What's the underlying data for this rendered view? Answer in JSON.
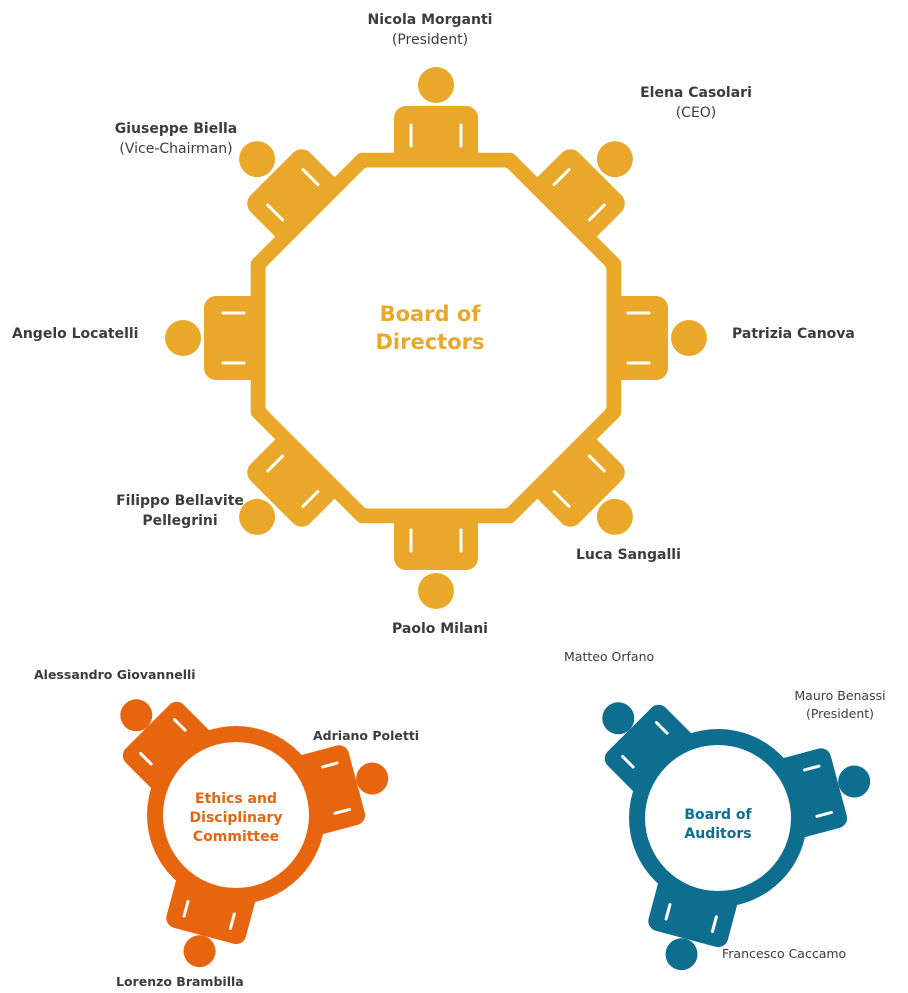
{
  "colors": {
    "board": "#EAA82A",
    "ethics": "#E8650F",
    "auditors": "#0D6E8F",
    "text": "#3C3C3C"
  },
  "board_of_directors": {
    "title_line1": "Board of",
    "title_line2": "Directors",
    "members": [
      {
        "name": "Nicola Morganti",
        "role": "(President)"
      },
      {
        "name": "Elena Casolari",
        "role": "(CEO)"
      },
      {
        "name": "Patrizia Canova"
      },
      {
        "name": "Luca Sangalli"
      },
      {
        "name": "Paolo Milani"
      },
      {
        "name_line1": "Filippo Bellavite",
        "name_line2": "Pellegrini"
      },
      {
        "name": "Angelo Locatelli"
      },
      {
        "name": "Giuseppe Biella",
        "role": "(Vice-Chairman)"
      }
    ]
  },
  "ethics_committee": {
    "title_line1": "Ethics and",
    "title_line2": "Disciplinary",
    "title_line3": "Committee",
    "members": [
      {
        "name": "Alessandro Giovannelli"
      },
      {
        "name": "Adriano Poletti"
      },
      {
        "name": "Lorenzo Brambilla"
      }
    ]
  },
  "board_of_auditors": {
    "title_line1": "Board of",
    "title_line2": "Auditors",
    "members": [
      {
        "name": "Matteo Orfano"
      },
      {
        "name": "Mauro Benassi",
        "role": "(President)"
      },
      {
        "name": "Francesco Caccamo"
      }
    ]
  }
}
